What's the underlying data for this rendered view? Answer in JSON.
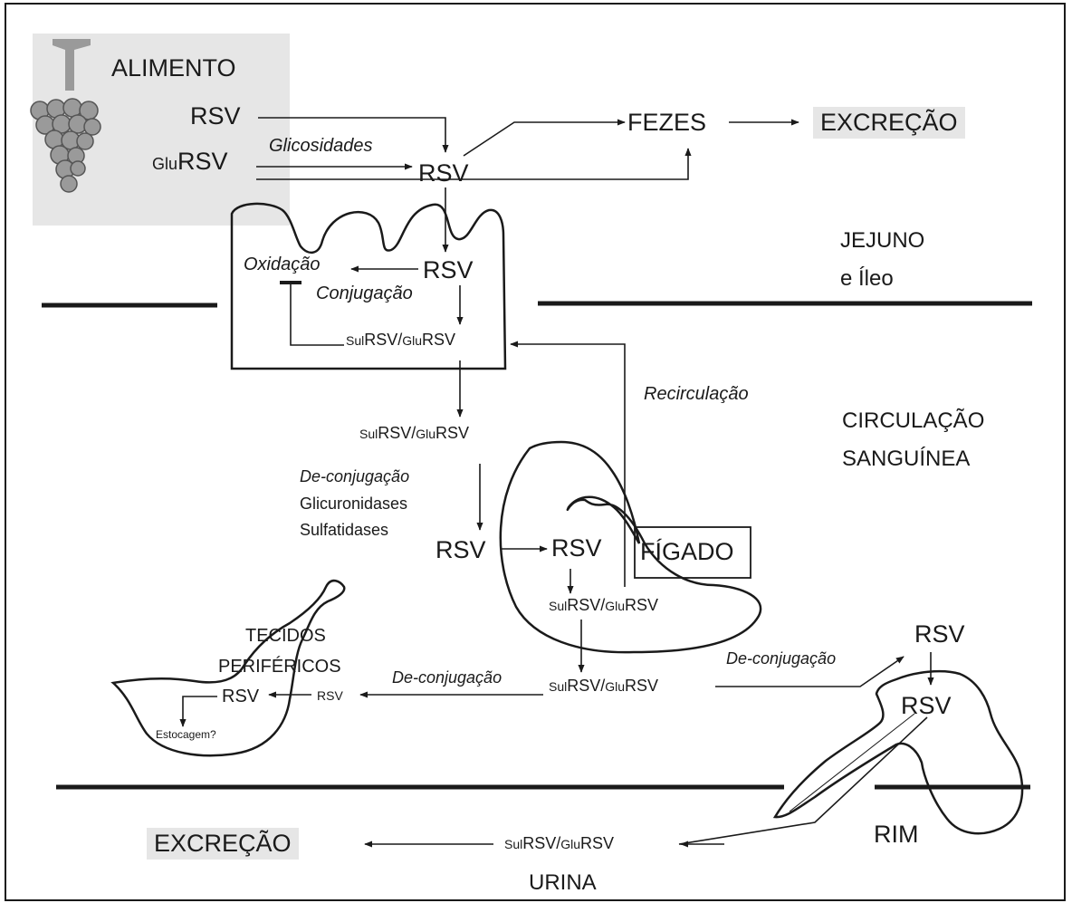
{
  "labels": {
    "alimento": "ALIMENTO",
    "rsv_food": "RSV",
    "glursv_food_prefix": "Glu",
    "glursv_food_main": "RSV",
    "glicosidades": "Glicosidades",
    "rsv_lumen": "RSV",
    "fezes": "FEZES",
    "excrecao_top": "EXCREÇÃO",
    "jejuno": "JEJUNO",
    "ileo": "e Íleo",
    "oxidacao": "Oxidação",
    "rsv_entero": "RSV",
    "conjugacao": "Conjugação",
    "entero_conj": {
      "sul": "Sul",
      "a": "RSV/",
      "glu": "Glu",
      "b": "RSV"
    },
    "recirculacao": "Recirculação",
    "circulacao": "CIRCULAÇÃO",
    "sanguinea": "SANGUÍNEA",
    "blood_conj": {
      "sul": "Sul",
      "a": "RSV/",
      "glu": "Glu",
      "b": "RSV"
    },
    "deconj_1": "De-conjugação",
    "glicuronidases": "Glicuronidases",
    "sulfatidases": "Sulfatidases",
    "rsv_blood": "RSV",
    "rsv_liver": "RSV",
    "figado": "FÍGADO",
    "liver_conj": {
      "sul": "Sul",
      "a": "RSV/",
      "glu": "Glu",
      "b": "RSV"
    },
    "tecidos": "TECIDOS",
    "perifericos": "PERIFÉRICOS",
    "rsv_tissue": "RSV",
    "rsv_small": "RSV",
    "estocagem": "Estocagem?",
    "deconj_2": "De-conjugação",
    "central_conj": {
      "sul": "Sul",
      "a": "RSV/",
      "glu": "Glu",
      "b": "RSV"
    },
    "deconj_3": "De-conjugação",
    "rsv_kidney_top": "RSV",
    "rsv_kidney": "RSV",
    "rim": "RIM",
    "excrecao_bottom": "EXCREÇÃO",
    "urine_conj": {
      "sul": "Sul",
      "a": "RSV/",
      "glu": "Glu",
      "b": "RSV"
    },
    "urina": "URINA"
  },
  "colors": {
    "line": "#1a1a1a",
    "shade": "#e6e6e6",
    "grape": "#9a9a9a"
  }
}
